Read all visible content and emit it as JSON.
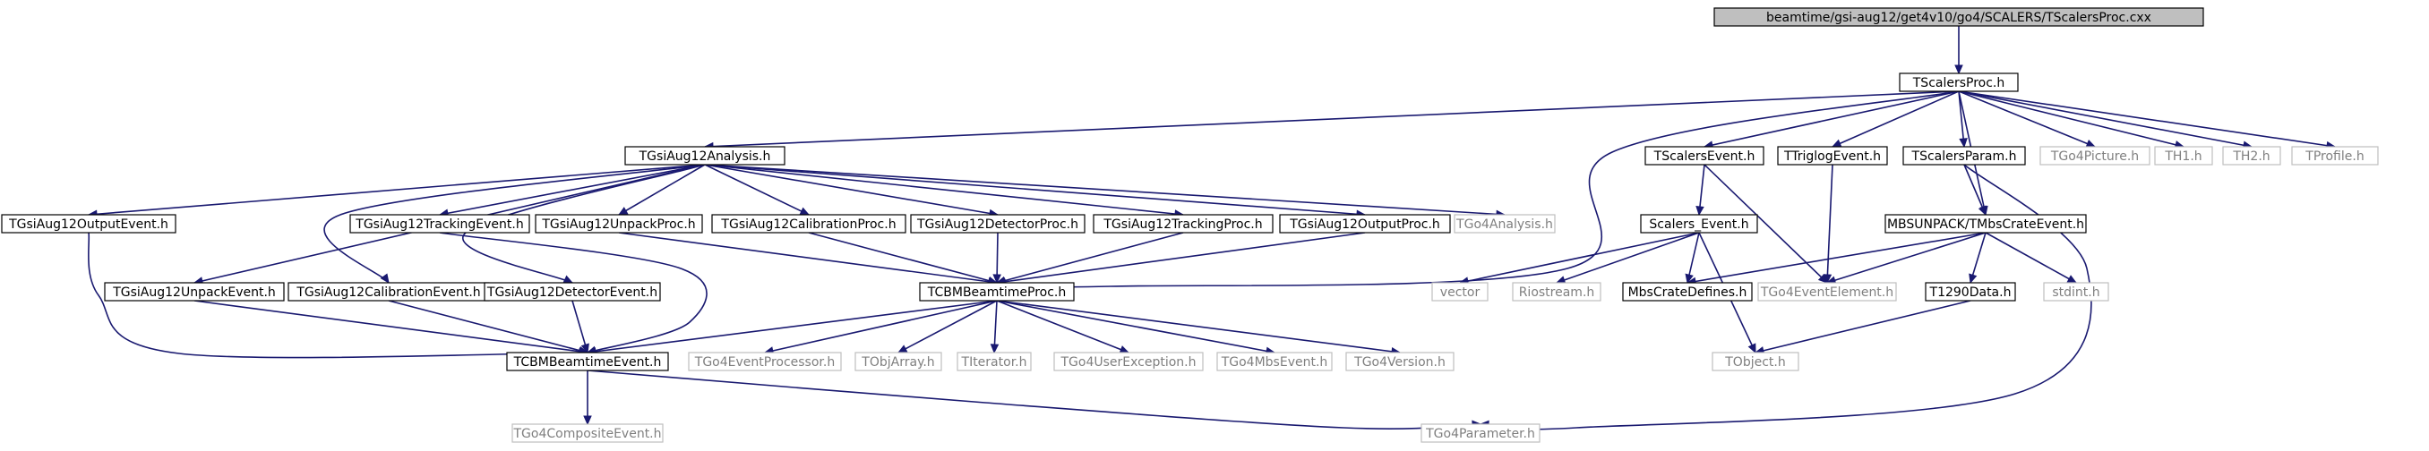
{
  "graph": {
    "colors": {
      "edge": "#191970",
      "root_fill": "#bfbfbf",
      "doc_border": "#000000",
      "ext_border": "#bfbfbf",
      "ext_text": "#7f7f7f"
    },
    "nodes": [
      {
        "id": "root",
        "label": "beamtime/gsi-aug12/get4v10/go4/SCALERS/TScalersProc.cxx",
        "kind": "root"
      },
      {
        "id": "tscalersproc_h",
        "label": "TScalersProc.h",
        "kind": "doc"
      },
      {
        "id": "tgsiaug12analysis_h",
        "label": "TGsiAug12Analysis.h",
        "kind": "doc"
      },
      {
        "id": "tscalersevent_h",
        "label": "TScalersEvent.h",
        "kind": "doc"
      },
      {
        "id": "ttriglogevent_h",
        "label": "TTriglogEvent.h",
        "kind": "doc"
      },
      {
        "id": "tscalersparam_h",
        "label": "TScalersParam.h",
        "kind": "doc"
      },
      {
        "id": "tgo4picture_h",
        "label": "TGo4Picture.h",
        "kind": "ext"
      },
      {
        "id": "th1_h",
        "label": "TH1.h",
        "kind": "ext"
      },
      {
        "id": "th2_h",
        "label": "TH2.h",
        "kind": "ext"
      },
      {
        "id": "tprofile_h",
        "label": "TProfile.h",
        "kind": "ext"
      },
      {
        "id": "tgsiaug12outputevent_h",
        "label": "TGsiAug12OutputEvent.h",
        "kind": "doc"
      },
      {
        "id": "tgsiaug12trackingevent_h",
        "label": "TGsiAug12TrackingEvent.h",
        "kind": "doc"
      },
      {
        "id": "tgsiaug12unpackproc_h",
        "label": "TGsiAug12UnpackProc.h",
        "kind": "doc"
      },
      {
        "id": "tgsiaug12calibrationproc_h",
        "label": "TGsiAug12CalibrationProc.h",
        "kind": "doc"
      },
      {
        "id": "tgsiaug12detectorproc_h",
        "label": "TGsiAug12DetectorProc.h",
        "kind": "doc"
      },
      {
        "id": "tgsiaug12trackingproc_h",
        "label": "TGsiAug12TrackingProc.h",
        "kind": "doc"
      },
      {
        "id": "tgsiaug12outputproc_h",
        "label": "TGsiAug12OutputProc.h",
        "kind": "doc"
      },
      {
        "id": "tgo4analysis_h",
        "label": "TGo4Analysis.h",
        "kind": "ext"
      },
      {
        "id": "scalers_event_h",
        "label": "Scalers_Event.h",
        "kind": "doc"
      },
      {
        "id": "mbsunpack_tmbscrateevent_h",
        "label": "MBSUNPACK/TMbsCrateEvent.h",
        "kind": "doc"
      },
      {
        "id": "tgsiaug12unpackevent_h",
        "label": "TGsiAug12UnpackEvent.h",
        "kind": "doc"
      },
      {
        "id": "tgsiaug12calibrationevent_h",
        "label": "TGsiAug12CalibrationEvent.h",
        "kind": "doc"
      },
      {
        "id": "tgsiaug12detectorevent_h",
        "label": "TGsiAug12DetectorEvent.h",
        "kind": "doc"
      },
      {
        "id": "tcbmbeamtimeproc_h",
        "label": "TCBMBeamtimeProc.h",
        "kind": "doc"
      },
      {
        "id": "vector",
        "label": "vector",
        "kind": "ext"
      },
      {
        "id": "riostream_h",
        "label": "Riostream.h",
        "kind": "ext"
      },
      {
        "id": "mbscratedefines_h",
        "label": "MbsCrateDefines.h",
        "kind": "doc"
      },
      {
        "id": "tgo4eventelement_h",
        "label": "TGo4EventElement.h",
        "kind": "ext"
      },
      {
        "id": "t1290data_h",
        "label": "T1290Data.h",
        "kind": "doc"
      },
      {
        "id": "stdint_h",
        "label": "stdint.h",
        "kind": "ext"
      },
      {
        "id": "tcbmbeamtimeevent_h",
        "label": "TCBMBeamtimeEvent.h",
        "kind": "doc"
      },
      {
        "id": "tgo4eventprocessor_h",
        "label": "TGo4EventProcessor.h",
        "kind": "ext"
      },
      {
        "id": "tobjarray_h",
        "label": "TObjArray.h",
        "kind": "ext"
      },
      {
        "id": "titerator_h",
        "label": "TIterator.h",
        "kind": "ext"
      },
      {
        "id": "tgo4userexception_h",
        "label": "TGo4UserException.h",
        "kind": "ext"
      },
      {
        "id": "tgo4mbsevent_h",
        "label": "TGo4MbsEvent.h",
        "kind": "ext"
      },
      {
        "id": "tgo4version_h",
        "label": "TGo4Version.h",
        "kind": "ext"
      },
      {
        "id": "tobject_h",
        "label": "TObject.h",
        "kind": "ext"
      },
      {
        "id": "tgo4compositeevent_h",
        "label": "TGo4CompositeEvent.h",
        "kind": "ext"
      },
      {
        "id": "tgo4parameter_h",
        "label": "TGo4Parameter.h",
        "kind": "ext"
      }
    ],
    "edges": [
      [
        "root",
        "tscalersproc_h"
      ],
      [
        "tscalersproc_h",
        "tgsiaug12analysis_h"
      ],
      [
        "tscalersproc_h",
        "tscalersevent_h"
      ],
      [
        "tscalersproc_h",
        "ttriglogevent_h"
      ],
      [
        "tscalersproc_h",
        "tscalersparam_h"
      ],
      [
        "tscalersproc_h",
        "tgo4picture_h"
      ],
      [
        "tscalersproc_h",
        "th1_h"
      ],
      [
        "tscalersproc_h",
        "th2_h"
      ],
      [
        "tscalersproc_h",
        "tprofile_h"
      ],
      [
        "tscalersproc_h",
        "mbsunpack_tmbscrateevent_h"
      ],
      [
        "tscalersproc_h",
        "tcbmbeamtimeproc_h"
      ],
      [
        "tgsiaug12analysis_h",
        "tgsiaug12outputevent_h"
      ],
      [
        "tgsiaug12analysis_h",
        "tgsiaug12trackingevent_h"
      ],
      [
        "tgsiaug12analysis_h",
        "tgsiaug12unpackproc_h"
      ],
      [
        "tgsiaug12analysis_h",
        "tgsiaug12calibrationproc_h"
      ],
      [
        "tgsiaug12analysis_h",
        "tgsiaug12detectorproc_h"
      ],
      [
        "tgsiaug12analysis_h",
        "tgsiaug12trackingproc_h"
      ],
      [
        "tgsiaug12analysis_h",
        "tgsiaug12outputproc_h"
      ],
      [
        "tgsiaug12analysis_h",
        "tgo4analysis_h"
      ],
      [
        "tgsiaug12analysis_h",
        "tgsiaug12unpackevent_h"
      ],
      [
        "tgsiaug12analysis_h",
        "tgsiaug12calibrationevent_h"
      ],
      [
        "tgsiaug12analysis_h",
        "tgsiaug12detectorevent_h"
      ],
      [
        "tscalersevent_h",
        "scalers_event_h"
      ],
      [
        "tscalersevent_h",
        "tgo4eventelement_h"
      ],
      [
        "ttriglogevent_h",
        "tgo4eventelement_h"
      ],
      [
        "tscalersparam_h",
        "mbsunpack_tmbscrateevent_h"
      ],
      [
        "tscalersparam_h",
        "tgo4parameter_h"
      ],
      [
        "scalers_event_h",
        "vector"
      ],
      [
        "scalers_event_h",
        "riostream_h"
      ],
      [
        "scalers_event_h",
        "mbscratedefines_h"
      ],
      [
        "scalers_event_h",
        "tobject_h"
      ],
      [
        "mbsunpack_tmbscrateevent_h",
        "mbscratedefines_h"
      ],
      [
        "mbsunpack_tmbscrateevent_h",
        "tgo4eventelement_h"
      ],
      [
        "mbsunpack_tmbscrateevent_h",
        "t1290data_h"
      ],
      [
        "mbsunpack_tmbscrateevent_h",
        "stdint_h"
      ],
      [
        "t1290data_h",
        "tobject_h"
      ],
      [
        "tgsiaug12outputevent_h",
        "tcbmbeamtimeevent_h"
      ],
      [
        "tgsiaug12trackingevent_h",
        "tcbmbeamtimeevent_h"
      ],
      [
        "tgsiaug12unpackproc_h",
        "tcbmbeamtimeproc_h"
      ],
      [
        "tgsiaug12calibrationproc_h",
        "tcbmbeamtimeproc_h"
      ],
      [
        "tgsiaug12detectorproc_h",
        "tcbmbeamtimeproc_h"
      ],
      [
        "tgsiaug12trackingproc_h",
        "tcbmbeamtimeproc_h"
      ],
      [
        "tgsiaug12outputproc_h",
        "tcbmbeamtimeproc_h"
      ],
      [
        "tgsiaug12unpackevent_h",
        "tcbmbeamtimeevent_h"
      ],
      [
        "tgsiaug12calibrationevent_h",
        "tcbmbeamtimeevent_h"
      ],
      [
        "tgsiaug12detectorevent_h",
        "tcbmbeamtimeevent_h"
      ],
      [
        "tcbmbeamtimeproc_h",
        "tcbmbeamtimeevent_h"
      ],
      [
        "tcbmbeamtimeproc_h",
        "tgo4eventprocessor_h"
      ],
      [
        "tcbmbeamtimeproc_h",
        "tobjarray_h"
      ],
      [
        "tcbmbeamtimeproc_h",
        "titerator_h"
      ],
      [
        "tcbmbeamtimeproc_h",
        "tgo4userexception_h"
      ],
      [
        "tcbmbeamtimeproc_h",
        "tgo4mbsevent_h"
      ],
      [
        "tcbmbeamtimeproc_h",
        "tgo4version_h"
      ],
      [
        "tcbmbeamtimeevent_h",
        "tgo4compositeevent_h"
      ],
      [
        "tcbmbeamtimeevent_h",
        "tgo4parameter_h"
      ]
    ]
  }
}
